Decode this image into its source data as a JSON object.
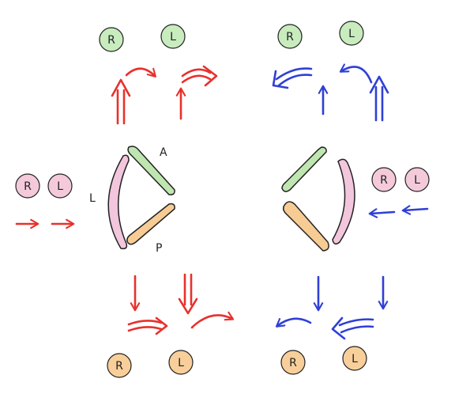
{
  "diagram": {
    "canal_labels": {
      "anterior": "A",
      "posterior": "P",
      "lateral": "L"
    },
    "ear_labels": {
      "right": "R",
      "left": "L"
    },
    "colors": {
      "left_side_arrows": "#e8312c",
      "right_side_arrows": "#2f3fd6",
      "anterior_canal_fill": "#bfe6b0",
      "posterior_canal_fill": "#f7cc94",
      "lateral_canal_fill": "#f2c6dc",
      "badge_top_fill": "#c8ecbe",
      "badge_side_fill": "#f4cadb",
      "badge_bottom_fill": "#f8cf9a",
      "outline": "#222222"
    }
  }
}
